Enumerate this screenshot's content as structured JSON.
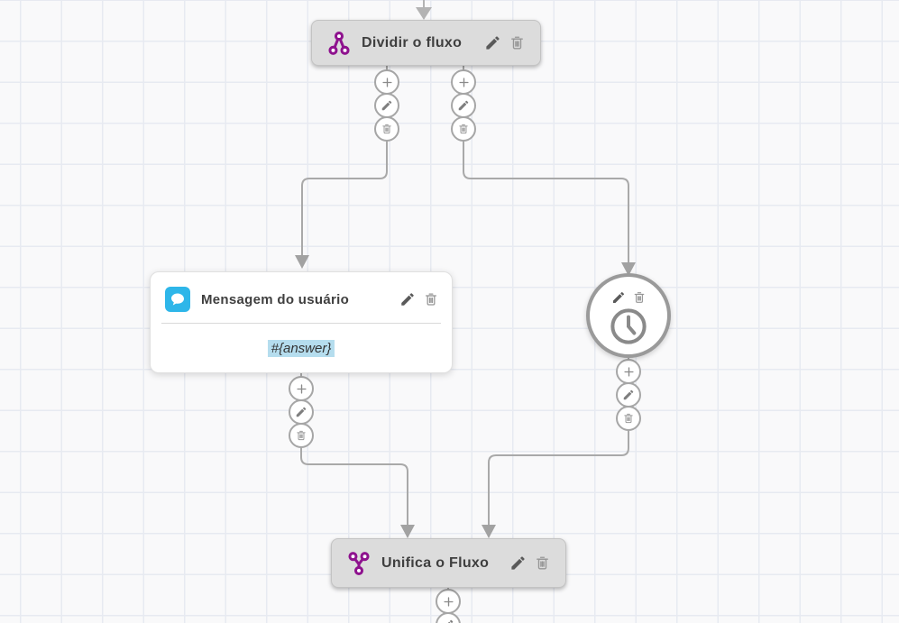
{
  "app": {
    "description": "chatbot flow builder canvas"
  },
  "colors": {
    "background": "#f9f9fa",
    "grid_line": "#e7eaf1",
    "node_gray": "#dcdcdc",
    "accent_purple": "#8e128e",
    "accent_blue": "#2eb6e9",
    "variable_highlight": "#b5ddee",
    "connector_line": "#a9a9a9"
  },
  "nodes": {
    "divide": {
      "title": "Dividir o fluxo",
      "icon": "split-icon",
      "actions": [
        "edit",
        "delete"
      ]
    },
    "user_message": {
      "title": "Mensagem do usuário",
      "icon": "chat-bubble-icon",
      "variable": "#{answer}",
      "actions": [
        "edit",
        "delete"
      ]
    },
    "timer": {
      "icon": "clock-icon",
      "actions": [
        "edit",
        "delete"
      ]
    },
    "merge": {
      "title": "Unifica o Fluxo",
      "icon": "merge-icon",
      "actions": [
        "edit",
        "delete"
      ]
    }
  },
  "connector_buttons": [
    "add",
    "edit",
    "delete"
  ],
  "icons": [
    "split-icon",
    "merge-icon",
    "chat-bubble-icon",
    "clock-icon",
    "pencil-icon",
    "trash-icon",
    "plus-icon",
    "arrowhead-icon"
  ]
}
